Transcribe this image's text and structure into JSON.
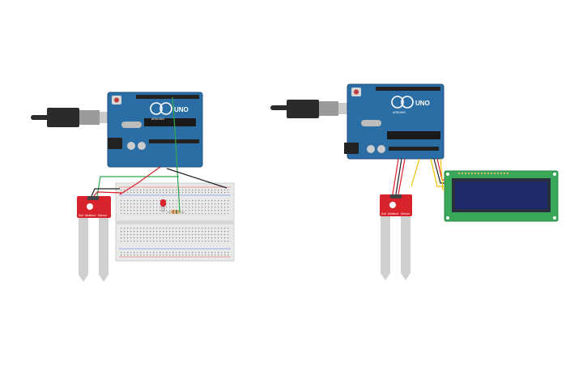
{
  "colors": {
    "arduino": "#2b6ea6",
    "arduino_dark": "#1d4f7c",
    "breadboard": "#e9e9e9",
    "sensor": "#d9232c",
    "lcd_pcb": "#3aa859",
    "lcd_screen": "#1e2a6b",
    "wire_red": "#e0202a",
    "wire_black": "#222222",
    "wire_green": "#2fa84f",
    "wire_yellow": "#f2c200",
    "usb": "#2b2b2b"
  },
  "circuits": [
    {
      "arduino": {
        "model": "UNO",
        "brand": "ARDUINO"
      },
      "sensor": {
        "pin_labels": [
          "Soil",
          "Moisture",
          "Sensor"
        ]
      }
    },
    {
      "arduino": {
        "model": "UNO",
        "brand": "ARDUINO"
      },
      "sensor": {
        "pin_labels": [
          "Soil",
          "Moisture",
          "Sensor"
        ]
      }
    }
  ]
}
